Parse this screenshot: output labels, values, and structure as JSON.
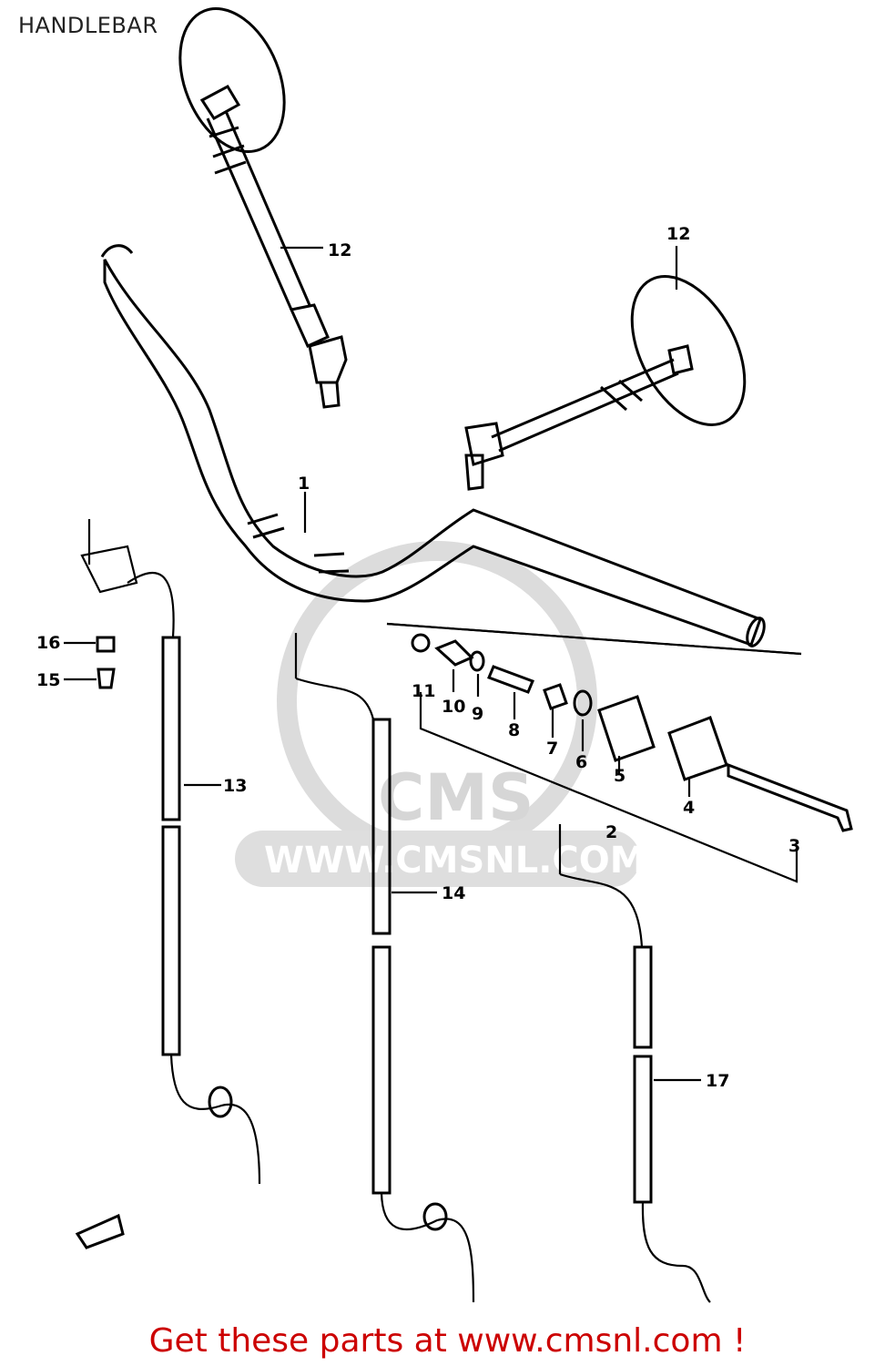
{
  "title": "HANDLEBAR",
  "watermark": {
    "logo_text": "CMS",
    "url_text": "WWW.CMSNL.COM",
    "color": "#d9d9d9"
  },
  "footer": {
    "text": "Get these parts at www.cmsnl.com !",
    "color": "#cc0000"
  },
  "part_numbers": [
    "1",
    "2",
    "3",
    "4",
    "5",
    "6",
    "7",
    "8",
    "9",
    "10",
    "11",
    "12",
    "12",
    "13",
    "14",
    "15",
    "16",
    "17"
  ]
}
